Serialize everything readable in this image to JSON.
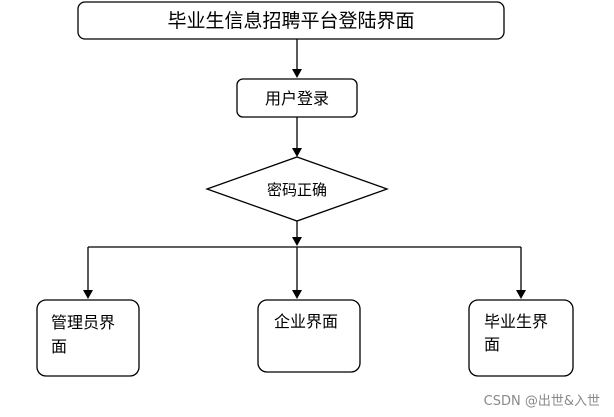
{
  "diagram": {
    "title": "毕业生信息招聘平台登陆界面",
    "login": "用户登录",
    "decision": "密码正确",
    "admin_line1": "管理员界",
    "admin_line2": "面",
    "enterprise": "企业界面",
    "graduate_line1": "毕业生界",
    "graduate_line2": "面"
  },
  "watermark": "CSDN @出世&入世"
}
